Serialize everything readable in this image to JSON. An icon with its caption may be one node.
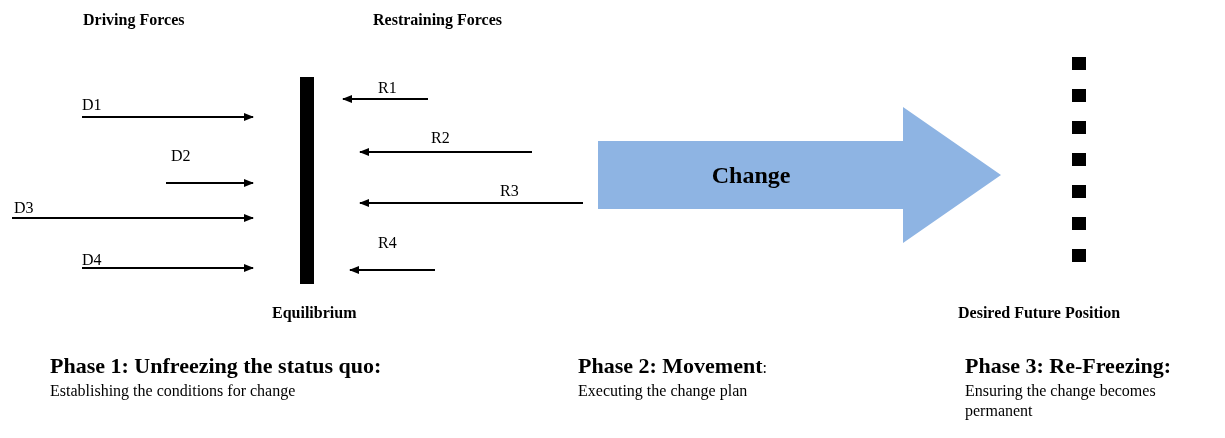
{
  "diagram": {
    "nodes": [
      {
        "text": [],
        "shape": "bar"
      },
      {
        "text": [
          "Change"
        ]
      }
    ],
    "edges": [],
    "labels": [
      "Driving Forces",
      "Restraining Forces",
      "R1",
      "D1",
      "R2",
      "D2",
      "R3",
      "D3",
      "R4",
      "D4",
      "Equilibrium",
      "Desired Future Position",
      "**Phase 1: Unfreezing the status quo:** Establishing the conditions for change",
      "**Phase 2: Movement**: Executing the change plan",
      "**Phase 3: Re-Freezing:** Ensuring the change becomes permanent"
    ]
  }
}
